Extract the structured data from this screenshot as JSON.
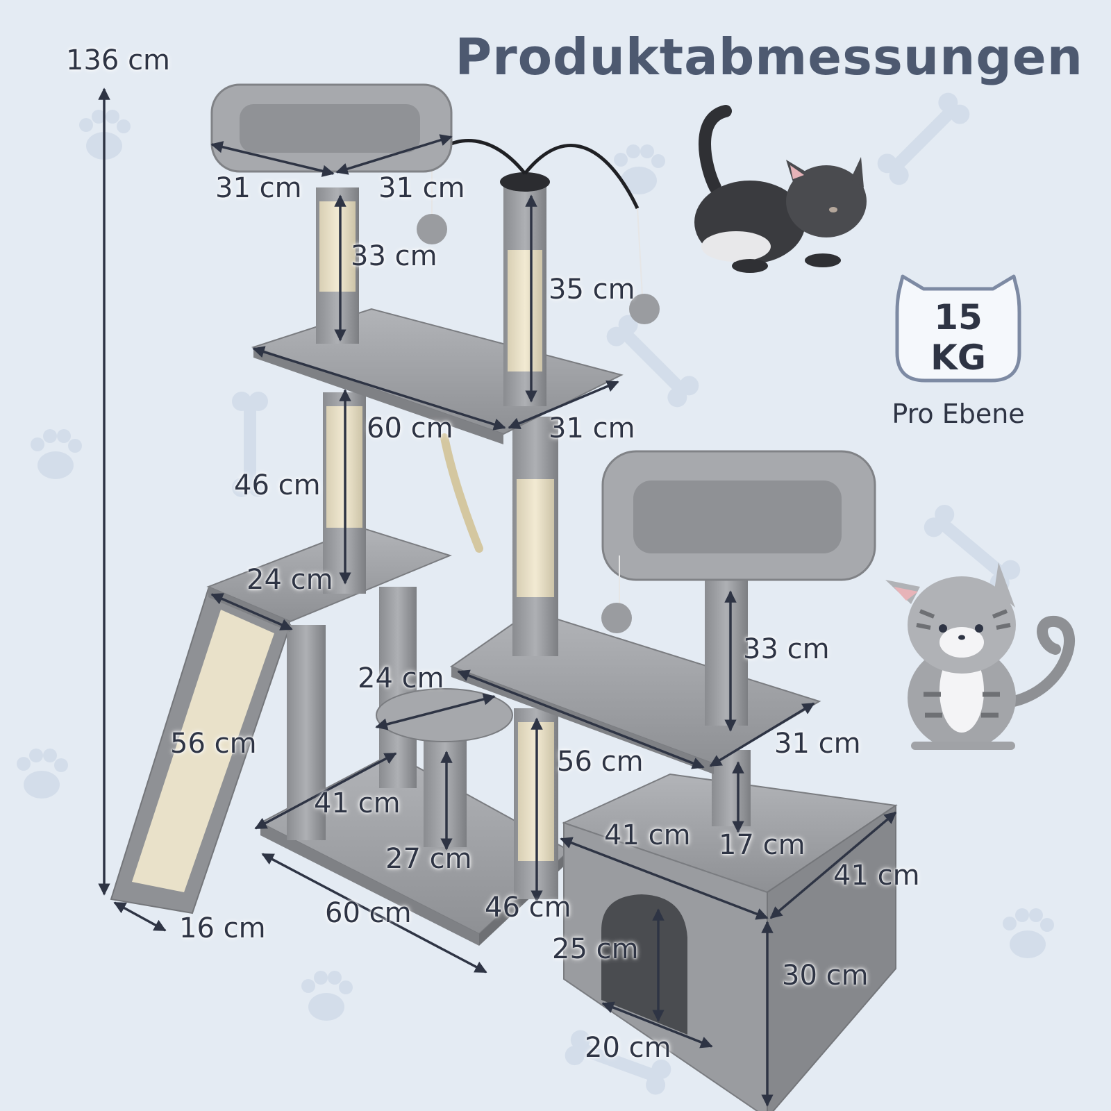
{
  "title": "Produktabmessungen",
  "badge": {
    "value": "15",
    "unit": "KG",
    "caption": "Pro Ebene"
  },
  "dimensions": {
    "total_height": "136 cm",
    "top_perch_width": "31 cm",
    "top_perch_depth": "31 cm",
    "top_post": "33 cm",
    "toy_post": "35 cm",
    "upper_platform_length": "60 cm",
    "upper_platform_depth": "31 cm",
    "left_post": "46 cm",
    "left_step_depth": "24 cm",
    "ramp_length": "56 cm",
    "ramp_width": "16 cm",
    "small_step_diameter": "24 cm",
    "small_step_post": "27 cm",
    "base_depth": "41 cm",
    "base_length": "60 cm",
    "center_post_lower": "46 cm",
    "middle_platform_length": "56 cm",
    "middle_platform_depth": "31 cm",
    "right_perch_post": "33 cm",
    "condo_post": "17 cm",
    "condo_width": "41 cm",
    "condo_depth": "41 cm",
    "condo_height": "30 cm",
    "door_height": "25 cm",
    "door_width": "20 cm"
  },
  "colors": {
    "background": "#e4ebf3",
    "plush": "#9c9ea2",
    "sisal": "#e9e1c9",
    "arrow": "#2e3444",
    "title": "#4d5970"
  }
}
